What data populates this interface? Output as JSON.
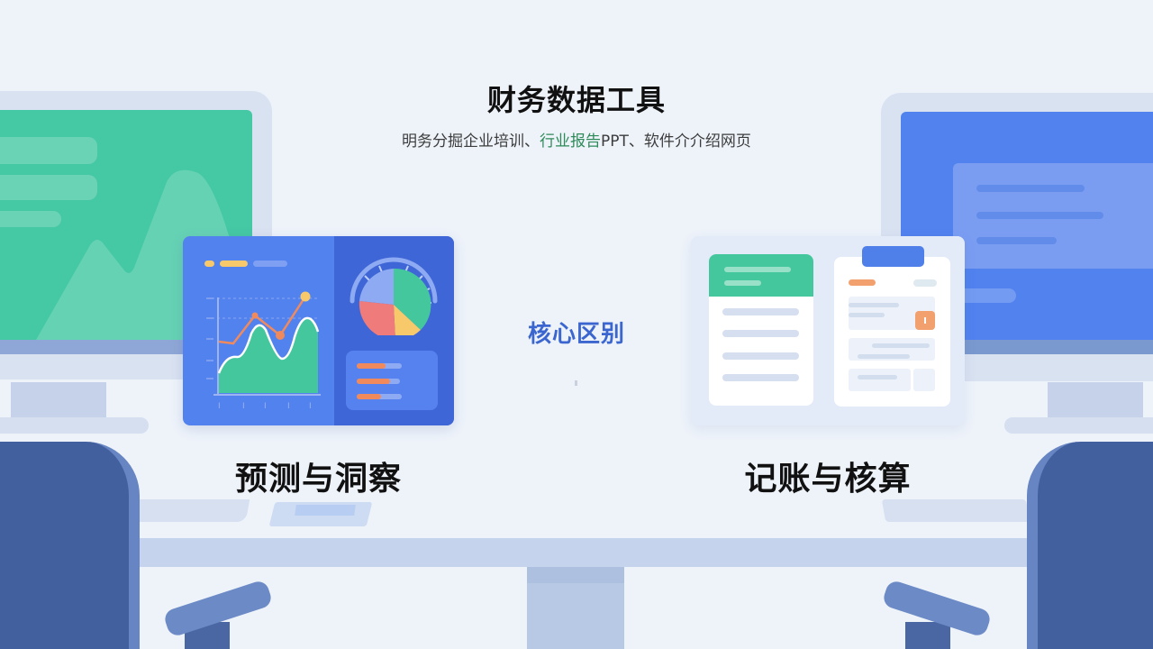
{
  "header": {
    "title": "财务数据工具",
    "subtitle_prefix": "明务分掘企业培训、",
    "subtitle_highlight": "行业报告",
    "subtitle_suffix": "PPT、软件介介绍网页"
  },
  "center": {
    "label": "核心区别"
  },
  "sections": [
    {
      "id": "forecast",
      "label": "预测与洞察",
      "illustration": "dashboard-card"
    },
    {
      "id": "bookkeeping",
      "label": "记账与核算",
      "illustration": "ledger-card"
    }
  ],
  "colors": {
    "background": "#eef3fa",
    "accent_blue": "#3b66cf",
    "card_blue": "#5282ee",
    "card_blue_dark": "#3f66d6",
    "green": "#45c8a4",
    "highlight_green": "#2f8a5a",
    "orange": "#f08a5d",
    "yellow": "#f7c96b",
    "red": "#f07b7b",
    "chair": "#42609e",
    "desk": "#c5d3ec"
  },
  "icons": {
    "left_monitor": "monitor-green-icon",
    "right_monitor": "monitor-blue-icon",
    "left_chart": "area-line-chart-icon",
    "gauge": "gauge-pie-icon",
    "ledger": "ledger-document-icon",
    "clipboard": "clipboard-icon"
  }
}
